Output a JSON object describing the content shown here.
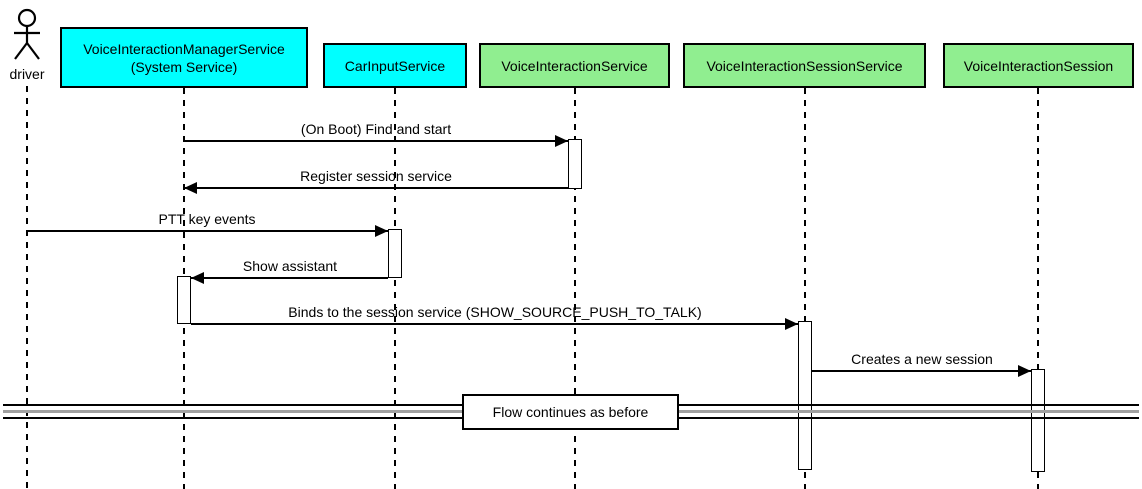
{
  "diagram": {
    "kind": "uml-sequence-diagram",
    "divider_label": "Flow continues as before"
  },
  "actor": {
    "label": "driver"
  },
  "participants": [
    {
      "label": "VoiceInteractionManagerService\n(System Service)",
      "fill": "#00FFFF"
    },
    {
      "label": "CarInputService",
      "fill": "#00FFFF"
    },
    {
      "label": "VoiceInteractionService",
      "fill": "#90EE90"
    },
    {
      "label": "VoiceInteractionSessionService",
      "fill": "#90EE90"
    },
    {
      "label": "VoiceInteractionSession",
      "fill": "#90EE90"
    }
  ],
  "messages": [
    {
      "label": "(On Boot) Find and start",
      "from": "VoiceInteractionManagerService",
      "to": "VoiceInteractionService"
    },
    {
      "label": "Register session service",
      "from": "VoiceInteractionService",
      "to": "VoiceInteractionManagerService"
    },
    {
      "label": "PTT key events",
      "from": "driver",
      "to": "CarInputService"
    },
    {
      "label": "Show assistant",
      "from": "CarInputService",
      "to": "VoiceInteractionManagerService"
    },
    {
      "label": "Binds to the session service (SHOW_SOURCE_PUSH_TO_TALK)",
      "from": "VoiceInteractionManagerService",
      "to": "VoiceInteractionSessionService"
    },
    {
      "label": "Creates a new session",
      "from": "VoiceInteractionSessionService",
      "to": "VoiceInteractionSession"
    }
  ],
  "colors": {
    "participant_cyan": "#00FFFF",
    "participant_green": "#90EE90",
    "line_black": "#000000",
    "divider_gray": "#A0A0A0",
    "background": "#FFFFFF"
  }
}
